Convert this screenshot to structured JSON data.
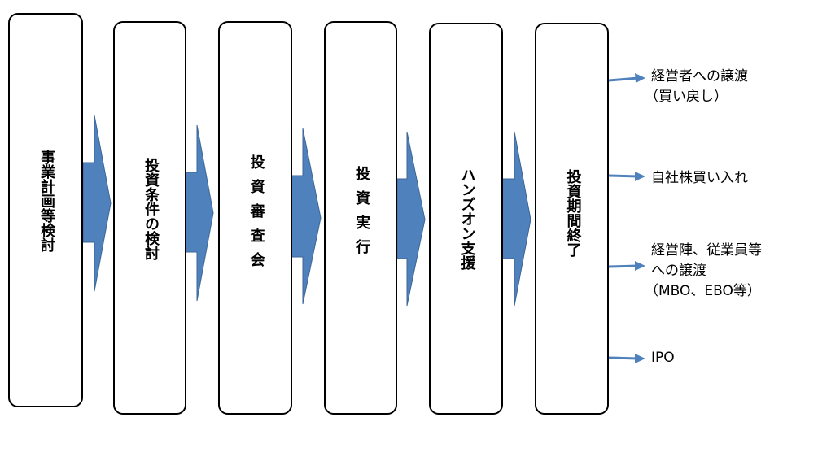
{
  "colors": {
    "arrow_fill": "#4f81bd",
    "arrow_stroke": "#3c6696",
    "box_border": "#000000"
  },
  "steps": [
    {
      "label": "事業計画等検討"
    },
    {
      "label": "投資条件の検討"
    },
    {
      "label": "投資審査会"
    },
    {
      "label": "投資実行"
    },
    {
      "label": "ハンズオン支援"
    },
    {
      "label": "投資期間終了"
    }
  ],
  "outcomes": [
    {
      "lines": [
        "経営者への譲渡",
        "（買い戻し）"
      ]
    },
    {
      "lines": [
        "自社株買い入れ"
      ]
    },
    {
      "lines": [
        "経営陣、従業員等",
        "への譲渡",
        "（MBO、EBO等）"
      ]
    },
    {
      "lines": [
        "IPO"
      ]
    }
  ]
}
